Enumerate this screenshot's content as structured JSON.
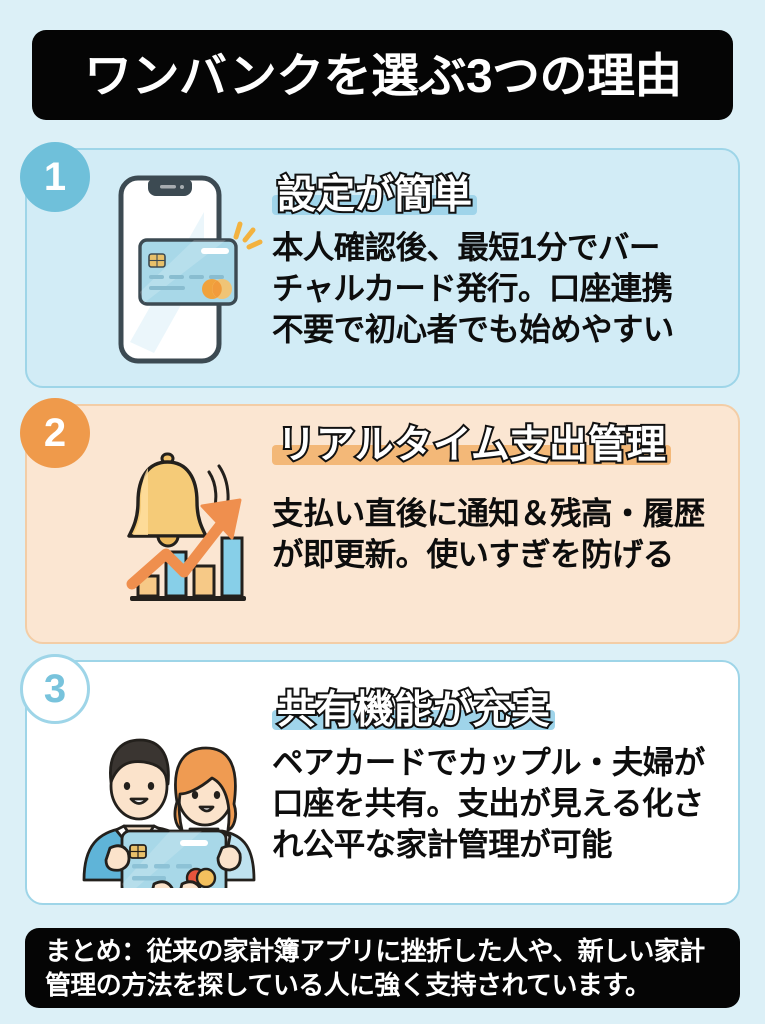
{
  "title": {
    "text": "ワンバンクを選ぶ3つの理由"
  },
  "colors": {
    "page_background": "#dcf0f7",
    "title_background": "#050505",
    "title_text": "#ffffff",
    "card1_fill": "#d2ecf6",
    "card1_border": "#9ed5e8",
    "card2_fill": "#fbe6d2",
    "card2_border": "#f3cda6",
    "card3_fill": "#ffffff",
    "card3_border": "#9ed5e8",
    "badge1_fill": "#6fc0da",
    "badge2_fill": "#ef9a4b",
    "badge3_fill": "#ffffff",
    "badge3_text": "#78c3dc",
    "highlight_blue": "#9fd4ea",
    "highlight_orange": "#f3b878",
    "accent_orange": "#ef9a4b",
    "accent_blue": "#6fc0da",
    "body_text": "#0d0d0d"
  },
  "reasons": [
    {
      "number": "1",
      "heading": "設定が簡単",
      "body_lines": [
        "本人確認後、最短1分でバー",
        "チャルカード発行。口座連携",
        "不要で初心者でも始めやすい"
      ],
      "illustration": "smartphone-with-credit-card-icon"
    },
    {
      "number": "2",
      "heading": "リアルタイム支出管理",
      "body_lines": [
        "支払い直後に通知＆残高・履歴",
        "が即更新。使いすぎを防げる"
      ],
      "illustration": "bell-with-growth-chart-icon"
    },
    {
      "number": "3",
      "heading": "共有機能が充実",
      "body_lines": [
        "ペアカードでカップル・夫婦が",
        "口座を共有。支出が見える化さ",
        "れ公平な家計管理が可能"
      ],
      "illustration": "couple-holding-card-icon"
    }
  ],
  "footer": {
    "lines": [
      "まとめ：従来の家計簿アプリに挫折した人や、新しい家計",
      "管理の方法を探している人に強く支持されています。"
    ]
  }
}
